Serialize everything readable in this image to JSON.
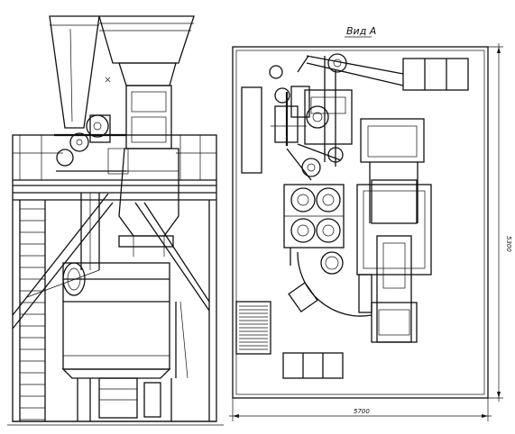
{
  "view_label": "Вид А",
  "dimensions": {
    "width_label": "5700",
    "height_label": "5300"
  }
}
